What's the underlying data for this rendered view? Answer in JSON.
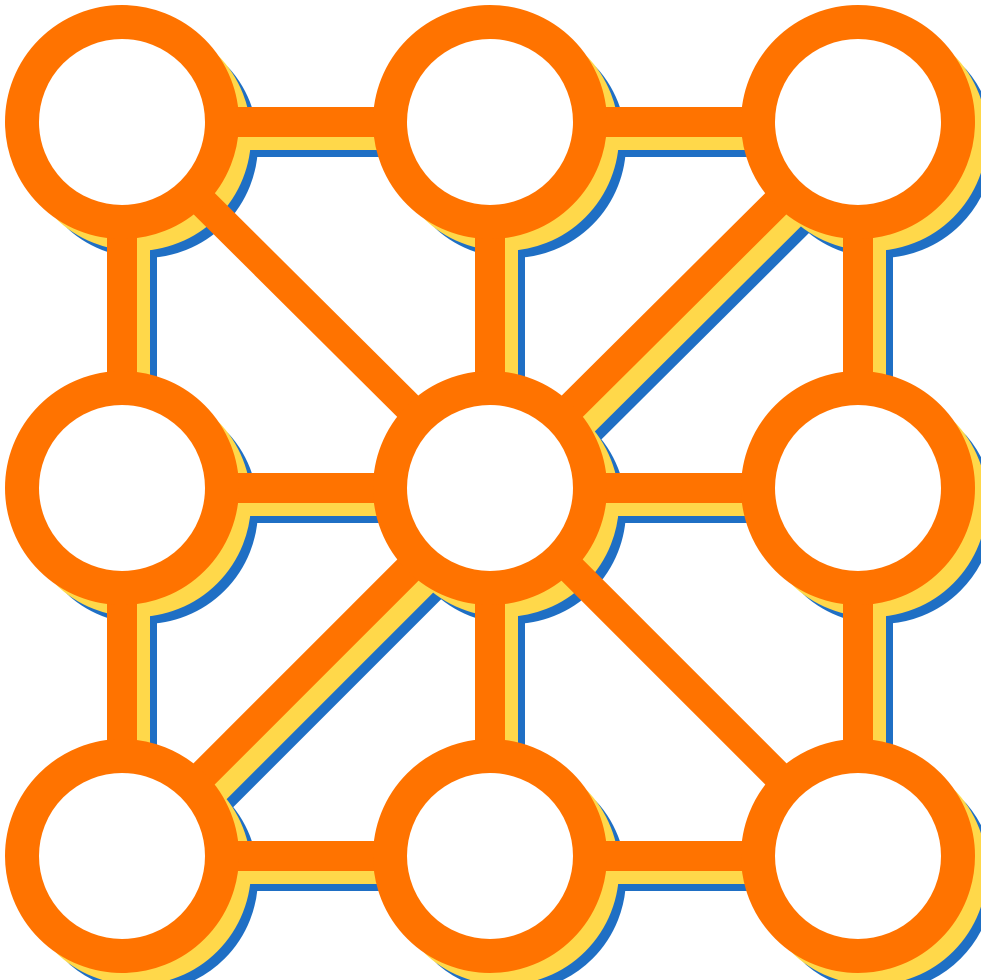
{
  "icon": {
    "name": "network-grid-icon",
    "nodes": [
      {
        "id": "n1",
        "row": 0,
        "col": 0
      },
      {
        "id": "n2",
        "row": 0,
        "col": 1
      },
      {
        "id": "n3",
        "row": 0,
        "col": 2
      },
      {
        "id": "n4",
        "row": 1,
        "col": 0
      },
      {
        "id": "n5",
        "row": 1,
        "col": 1
      },
      {
        "id": "n6",
        "row": 1,
        "col": 2
      },
      {
        "id": "n7",
        "row": 2,
        "col": 0
      },
      {
        "id": "n8",
        "row": 2,
        "col": 1
      },
      {
        "id": "n9",
        "row": 2,
        "col": 2
      }
    ],
    "edges": [
      [
        "n1",
        "n2"
      ],
      [
        "n2",
        "n3"
      ],
      [
        "n4",
        "n5"
      ],
      [
        "n5",
        "n6"
      ],
      [
        "n7",
        "n8"
      ],
      [
        "n8",
        "n9"
      ],
      [
        "n1",
        "n4"
      ],
      [
        "n4",
        "n7"
      ],
      [
        "n2",
        "n5"
      ],
      [
        "n5",
        "n8"
      ],
      [
        "n3",
        "n6"
      ],
      [
        "n6",
        "n9"
      ],
      [
        "n1",
        "n5"
      ],
      [
        "n3",
        "n5"
      ],
      [
        "n7",
        "n5"
      ],
      [
        "n9",
        "n5"
      ]
    ],
    "colors": {
      "main": "#ff7300",
      "accent_yellow": "#ffd84a",
      "accent_blue": "#1f6fc4",
      "background": "#ffffff"
    }
  }
}
